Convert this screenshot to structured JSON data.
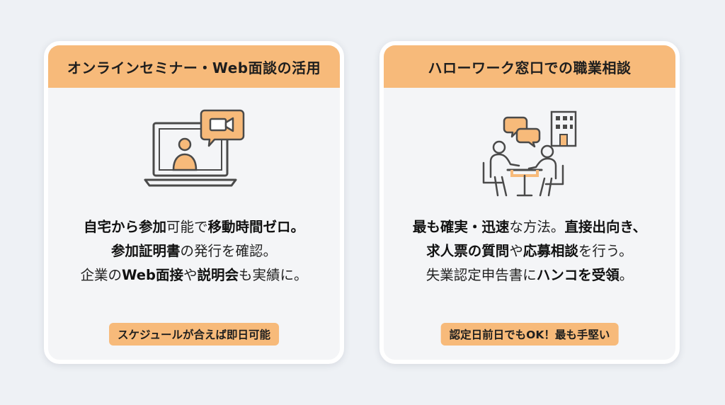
{
  "left_card": {
    "title": "オンラインセミナー・Web面談の活用",
    "icon": "laptop-video-call-icon",
    "lines": [
      [
        {
          "text": "自宅から参加",
          "bold": true
        },
        {
          "text": "可能で",
          "bold": false
        },
        {
          "text": "移動時間ゼロ。",
          "bold": true
        }
      ],
      [
        {
          "text": "参加証明書",
          "bold": true
        },
        {
          "text": "の発行を確認。",
          "bold": false
        }
      ],
      [
        {
          "text": "企業の",
          "bold": false
        },
        {
          "text": "Web面接",
          "bold": true
        },
        {
          "text": "や",
          "bold": false
        },
        {
          "text": "説明会",
          "bold": true
        },
        {
          "text": "も実績に。",
          "bold": false
        }
      ]
    ],
    "badge": "スケジュールが合えば即日可能"
  },
  "right_card": {
    "title": "ハローワーク窓口での職業相談",
    "icon": "face-to-face-consultation-icon",
    "lines": [
      [
        {
          "text": "最も確実・迅速",
          "bold": true
        },
        {
          "text": "な方法。",
          "bold": false
        },
        {
          "text": "直接出向き、",
          "bold": true
        }
      ],
      [
        {
          "text": "求人票の質問",
          "bold": true
        },
        {
          "text": "や",
          "bold": false
        },
        {
          "text": "応募相談",
          "bold": true
        },
        {
          "text": "を行う。",
          "bold": false
        }
      ],
      [
        {
          "text": "失業認定申告書に",
          "bold": false
        },
        {
          "text": "ハンコを受領",
          "bold": true
        },
        {
          "text": "。",
          "bold": false
        }
      ]
    ],
    "badge": "認定日前日でもOK！最も手堅い"
  },
  "colors": {
    "accent": "#f7ba7a",
    "icon_stroke": "#4a4a4a",
    "card_bg": "#f4f5f7",
    "page_bg": "#eef1f5"
  }
}
